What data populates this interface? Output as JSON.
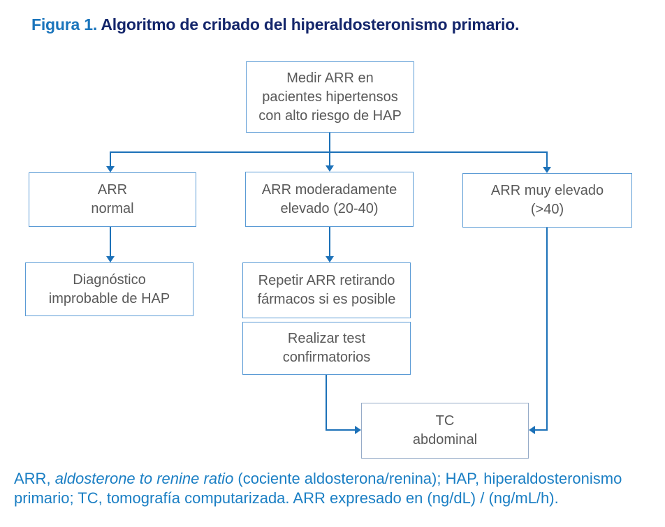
{
  "title": {
    "prefix": "Figura 1.",
    "rest": " Algoritmo de cribado del hiperaldosteronismo primario."
  },
  "colors": {
    "title_accent": "#1b75bc",
    "title_main": "#14266b",
    "connector_blue": "#1c71b8",
    "box_border": "#5b9bd5",
    "tc_box_border": "#96abc8",
    "box_text": "#595959",
    "footnote_blue": "#1b7fc4",
    "background": "#ffffff"
  },
  "flowchart": {
    "nodes": {
      "medir": {
        "line1": "Medir ARR en",
        "line2": "pacientes hipertensos",
        "line3": "con alto riesgo de HAP"
      },
      "arr_normal": {
        "line1": "ARR",
        "line2": "normal"
      },
      "arr_mod": {
        "line1": "ARR moderadamente",
        "line2": "elevado (20-40)"
      },
      "arr_muy": {
        "line1": "ARR muy elevado",
        "line2": "(>40)"
      },
      "diag": {
        "line1": "Diagnóstico",
        "line2": "improbable de HAP"
      },
      "repetir": {
        "line1": "Repetir ARR retirando",
        "line2": "fármacos si es posible"
      },
      "realizar": {
        "line1": "Realizar test",
        "line2": "confirmatorios"
      },
      "tc": {
        "line1": "TC",
        "line2": "abdominal"
      }
    },
    "edges": [
      "medir -> arr_normal",
      "medir -> arr_mod",
      "medir -> arr_muy",
      "arr_normal -> diag",
      "arr_mod -> repetir",
      "realizar -> tc",
      "arr_muy -> tc"
    ]
  },
  "footnote": {
    "part1": "ARR, ",
    "italic": "aldosterone to renine ratio",
    "part2": " (cociente aldosterona/renina); HAP, hiperaldosteronismo",
    "part3": "primario; TC, tomografía computarizada. ARR expresado en (ng/dL) / (ng/mL/h)."
  }
}
